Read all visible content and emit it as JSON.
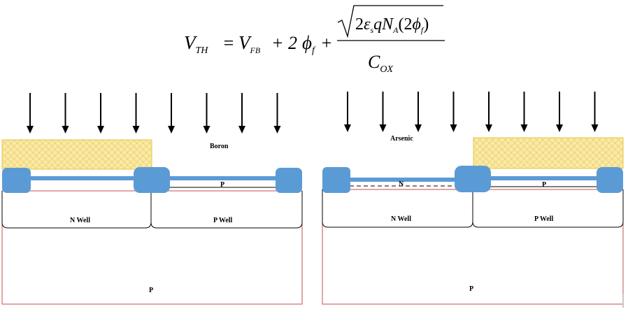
{
  "equation": {
    "lhs": "V",
    "lhs_sub": "TH",
    "equals": "=",
    "term1": "V",
    "term1_sub": "FB",
    "plus1": "+ 2",
    "phi": "ϕ",
    "phi_sub": "f",
    "plus2": "+",
    "num_a": "2",
    "eps": "ε",
    "eps_sub": "s",
    "q": "qN",
    "na_sub": "A",
    "paren": "(2",
    "phi2": "ϕ",
    "phi2_sub": "f",
    "close": ")",
    "denominator": "C",
    "denominator_sub": "OX"
  },
  "left_panel": {
    "implant_label": "Boron",
    "well_left_label": "N Well",
    "well_right_label": "P Well",
    "channel_label": "P",
    "substrate_label": "P",
    "arrow_count": 8
  },
  "right_panel": {
    "implant_label": "Arsenic",
    "well_left_label": "N Well",
    "well_right_label": "P Well",
    "channel_left_label": "N",
    "channel_right_label": "P",
    "substrate_label": "P",
    "arrow_count": 8
  },
  "colors": {
    "oxide_blue": "#5b9bd5",
    "resist_yellow": "#fbeaa6",
    "resist_border": "#e3c64a",
    "substrate_border": "#c0504d",
    "text": "#000000"
  }
}
